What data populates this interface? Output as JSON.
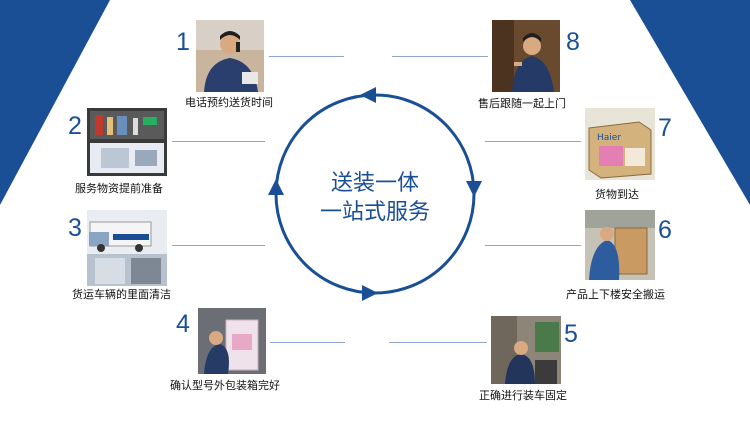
{
  "center": {
    "line1": "送装一体",
    "line2": "一站式服务"
  },
  "colors": {
    "brand": "#1a4f96",
    "connector": "#8fa6c8",
    "caption": "#111111"
  },
  "steps": [
    {
      "number": "1",
      "caption": "电话预约送货时间"
    },
    {
      "number": "2",
      "caption": "服务物资提前准备"
    },
    {
      "number": "3",
      "caption": "货运车辆的里面清洁"
    },
    {
      "number": "4",
      "caption": "确认型号外包装箱完好"
    },
    {
      "number": "5",
      "caption": "正确进行装车固定"
    },
    {
      "number": "6",
      "caption": "产品上下楼安全搬运"
    },
    {
      "number": "7",
      "caption": "货物到达",
      "box_brand": "Haier"
    },
    {
      "number": "8",
      "caption": "售后跟随一起上门"
    }
  ]
}
